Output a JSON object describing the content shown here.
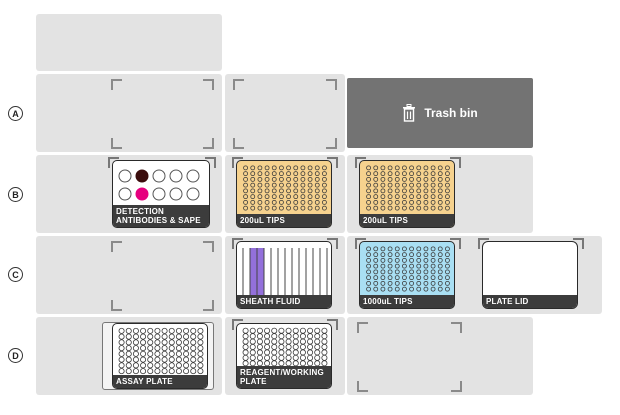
{
  "row_labels": [
    "A",
    "B",
    "C",
    "D"
  ],
  "trash_bin": {
    "label": "Trash bin",
    "icon": "trash-icon"
  },
  "labware": {
    "detection": {
      "line1": "DETECTION",
      "line2": "ANTIBODIES & SAPE"
    },
    "tips_200_b2": {
      "label": "200uL TIPS",
      "color": "#f6d28e"
    },
    "tips_200_b3": {
      "label": "200uL TIPS",
      "color": "#f6d28e"
    },
    "sheath_fluid": {
      "label": "SHEATH FLUID",
      "accent": "#9370db"
    },
    "tips_1000": {
      "label": "1000uL TIPS",
      "color": "#a9dff3"
    },
    "plate_lid": {
      "label": "PLATE LID"
    },
    "assay_plate": {
      "label": "ASSAY PLATE"
    },
    "reagent_plate": {
      "line1": "REAGENT/WORKING",
      "line2": "PLATE"
    }
  },
  "colors": {
    "slot": "#e3e3e3",
    "trash": "#737373",
    "well_dark": "#3b0d0d",
    "well_pink": "#e6007e"
  }
}
